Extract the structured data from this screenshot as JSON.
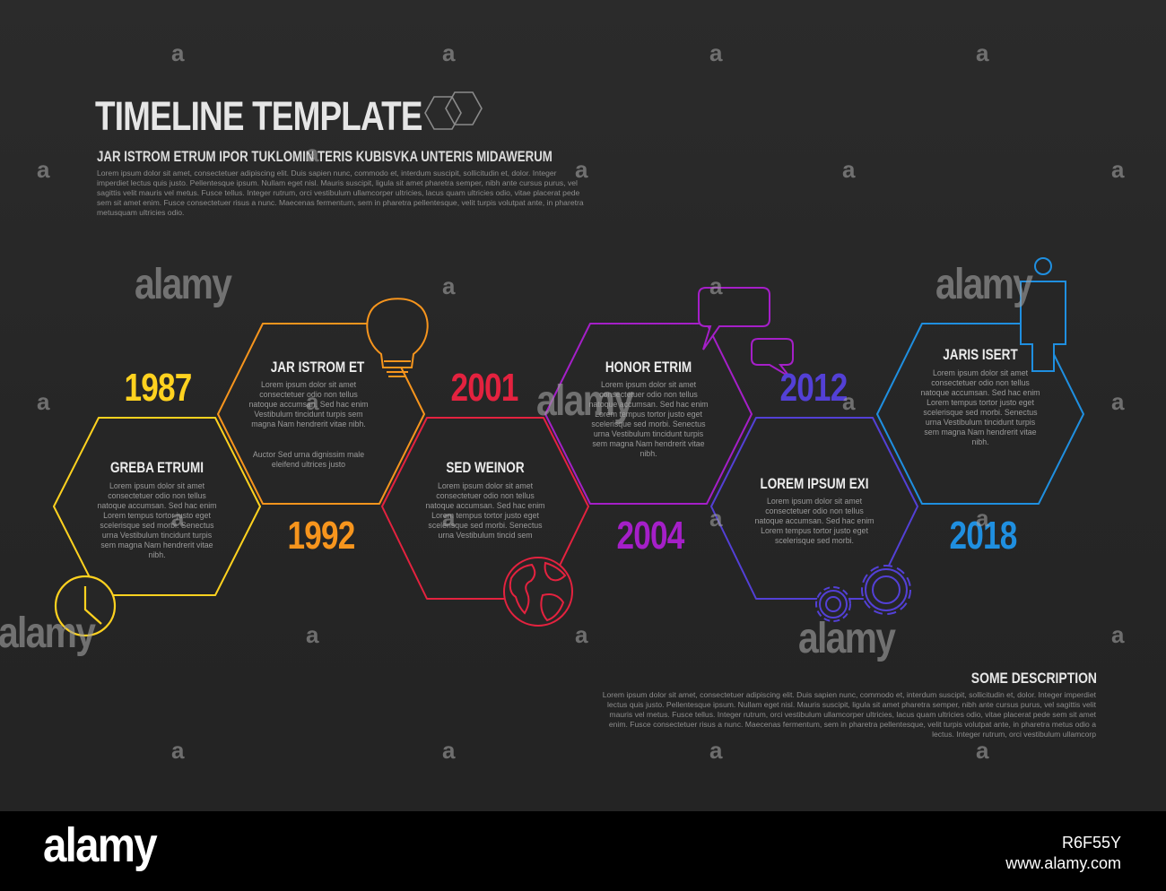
{
  "header": {
    "title": "TIMELINE TEMPLATE",
    "subtitle": "JAR ISTROM ETRUM IPOR TUKLOMIN TERIS KUBISVKA UNTERIS MIDAWERUM",
    "intro": "Lorem ipsum dolor sit amet, consectetuer adipiscing elit. Duis sapien nunc, commodo et, interdum suscipit, sollicitudin et, dolor. Integer imperdiet lectus quis justo. Pellentesque ipsum. Nullam eget nisl. Mauris suscipit, ligula sit amet pharetra semper, nibh ante cursus purus, vel sagittis velit mauris vel metus. Fusce tellus. Integer rutrum, orci vestibulum ullamcorper ultricies, lacus quam ultricies odio, vitae placerat pede sem sit amet enim. Fusce consectetuer risus a nunc. Maecenas fermentum, sem in pharetra pellentesque, velit turpis volutpat ante, in pharetra metusquam ultricies odio."
  },
  "colors": {
    "background": "#262626",
    "yellow": "#ffd21f",
    "orange": "#f7951d",
    "red": "#e4223f",
    "purple": "#a51fc8",
    "indigo": "#5340d6",
    "blue": "#1f8fe0"
  },
  "timeline": [
    {
      "year": "1987",
      "title": "GREBA ETRUMI",
      "text": "Lorem ipsum dolor sit amet consectetuer odio non tellus natoque accumsan. Sed hac enim Lorem tempus tortor justo eget scelerisque sed morbi. Senectus urna Vestibulum tincidunt turpis sem magna Nam hendrerit vitae nibh.",
      "icon": "clock-icon",
      "color": "#ffd21f"
    },
    {
      "year": "1992",
      "title": "JAR ISTROM ET",
      "text": "Lorem ipsum dolor sit amet consectetuer odio non tellus natoque accumsan. Sed hac enim Vestibulum tincidunt turpis sem magna Nam hendrerit vitae nibh.",
      "text2": "Auctor Sed urna dignissim male eleifend ultrices justo",
      "icon": "lightbulb-icon",
      "color": "#f7951d"
    },
    {
      "year": "2001",
      "title": "SED WEINOR",
      "text": "Lorem ipsum dolor sit amet consectetuer odio non tellus natoque accumsan. Sed hac enim Lorem tempus tortor justo eget scelerisque sed morbi. Senectus urna Vestibulum tincid sem",
      "icon": "globe-icon",
      "color": "#e4223f"
    },
    {
      "year": "2004",
      "title": "HONOR ETRIM",
      "text": "Lorem ipsum dolor sit amet consectetuer odio non tellus natoque accumsan. Sed hac enim Lorem tempus tortor justo eget scelerisque sed morbi. Senectus urna Vestibulum tincidunt turpis sem magna Nam hendrerit vitae nibh.",
      "icon": "chat-bubbles-icon",
      "color": "#a51fc8"
    },
    {
      "year": "2012",
      "title": "LOREM IPSUM EXI",
      "text": "Lorem ipsum dolor sit amet consectetuer odio non tellus natoque accumsan. Sed hac enim Lorem tempus tortor justo eget scelerisque sed morbi.",
      "icon": "gears-icon",
      "color": "#5340d6"
    },
    {
      "year": "2018",
      "title": "JARIS ISERT",
      "text": "Lorem ipsum dolor sit amet consectetuer odio non tellus natoque accumsan. Sed hac enim Lorem tempus tortor justo eget scelerisque sed morbi. Senectus urna Vestibulum tincidunt turpis sem magna Nam hendrerit vitae nibh.",
      "icon": "person-icon",
      "color": "#1f8fe0"
    }
  ],
  "description": {
    "title": "SOME DESCRIPTION",
    "text": "Lorem ipsum dolor sit amet, consectetuer adipiscing elit. Duis sapien nunc, commodo et, interdum suscipit, sollicitudin et, dolor. Integer imperdiet lectus quis justo. Pellentesque ipsum. Nullam eget nisl. Mauris suscipit, ligula sit amet pharetra semper, nibh ante cursus purus, vel sagittis velit mauris vel metus. Fusce tellus. Integer rutrum, orci vestibulum ullamcorper ultricies, lacus quam ultricies odio, vitae placerat pede sem sit amet enim. Fusce consectetuer risus a nunc. Maecenas fermentum, sem in pharetra pellentesque, velit turpis volutpat ante, in pharetra metus odio a lectus. Integer rutrum, orci vestibulum ullamcorp"
  },
  "watermark": {
    "brand": "alamy",
    "mark": "a",
    "image_id": "R6F55Y",
    "url": "www.alamy.com"
  }
}
